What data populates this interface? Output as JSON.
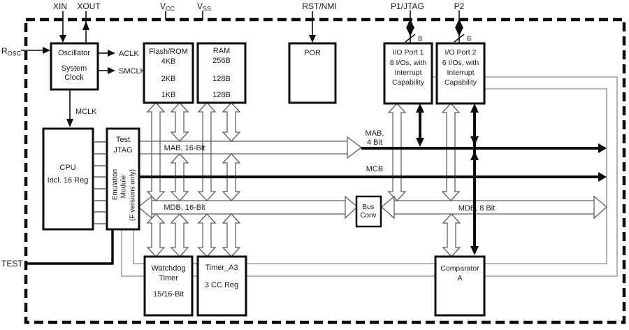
{
  "pins": {
    "xin": "XIN",
    "xout": "XOUT",
    "vcc": {
      "main": "V",
      "sub": "CC"
    },
    "vss": {
      "main": "V",
      "sub": "SS"
    },
    "rst": "RST/NMI",
    "p1": "P1/JTAG",
    "p2": "P2",
    "p1_width": "8",
    "p2_width": "6",
    "rosc": {
      "main": "R",
      "sub": "OSC"
    },
    "test": "TEST"
  },
  "clocks": {
    "aclk": "ACLK",
    "smclk": "SMCLK",
    "mclk": "MCLK"
  },
  "blocks": {
    "oscillator": {
      "l1": "Oscillator",
      "l2": "System",
      "l3": "Clock"
    },
    "flash": {
      "l1": "Flash/ROM",
      "l2": "4KB",
      "l3": "2KB",
      "l4": "1KB"
    },
    "ram": {
      "l1": "RAM",
      "l2": "256B",
      "l3": "128B",
      "l4": "128B"
    },
    "por": {
      "l1": "POR"
    },
    "port1": {
      "l1": "I/O Port 1",
      "l2": "8 I/Os, with",
      "l3": "Interrupt",
      "l4": "Capability"
    },
    "port2": {
      "l1": "I/O Port 2",
      "l2": "6 I/Os, with",
      "l3": "Interrupt",
      "l4": "Capability"
    },
    "cpu": {
      "l1": "CPU",
      "l2": "Incl. 16 Reg"
    },
    "emulation": {
      "l1": "Test",
      "l2": "JTAG",
      "v1": "Emulation",
      "v2": "Module",
      "v3": "(F versions only)"
    },
    "watchdog": {
      "l1": "Watchdog",
      "l2": "Timer",
      "l3": "15/16-Bit"
    },
    "timer_a3": {
      "l1": "Timer_A3",
      "l2": "3 CC Reg"
    },
    "bus_conv": {
      "l1": "Bus",
      "l2": "Conv"
    },
    "comparator": {
      "l1": "Comparator",
      "l2": "A"
    }
  },
  "buses": {
    "mab16": "MAB, 16-Bit",
    "mab4_a": "MAB,",
    "mab4_b": "4 Bit",
    "mcb": "MCB",
    "mdb16": "MDB, 16-Bit",
    "mdb8": "MDB, 8 Bit"
  },
  "colors": {
    "line": "#0c0c0c",
    "bus_outline": "#5f5f5f",
    "loop_wire": "#8a8a8a",
    "background": "#ffffff"
  }
}
